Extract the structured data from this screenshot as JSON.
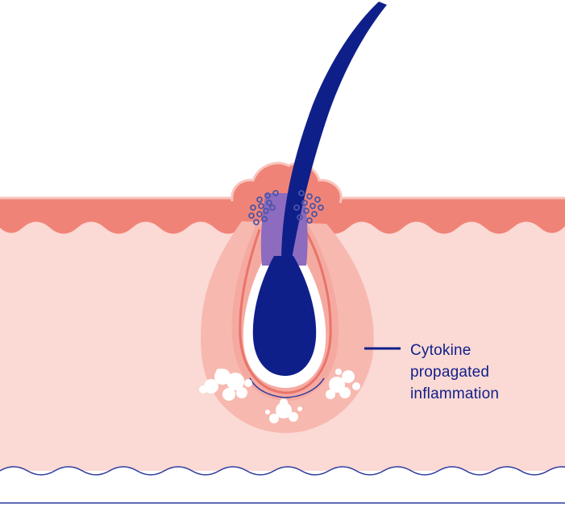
{
  "diagram": {
    "annotation": {
      "lines": [
        "Cytokine",
        "propagated",
        "inflammation"
      ]
    }
  },
  "colors": {
    "background": "#ffffff",
    "dermis": "#fbd9d4",
    "epidermis": "#f08377",
    "epidermis_highlight": "#f8c5bd",
    "inflammation_zone": "#f5aaa1",
    "inflammation_zone_light": "#f7b8b0",
    "follicle_wall": "#e9746a",
    "hair": "#0f1f8a",
    "sebum": "#8d6bbf",
    "cytokine_dots": "#4a55a8",
    "cells": "#ffffff",
    "outline": "#2c3a9e"
  },
  "icons": {
    "hair": "hair-strand-icon",
    "dots": "cytokine-dot-icon"
  }
}
